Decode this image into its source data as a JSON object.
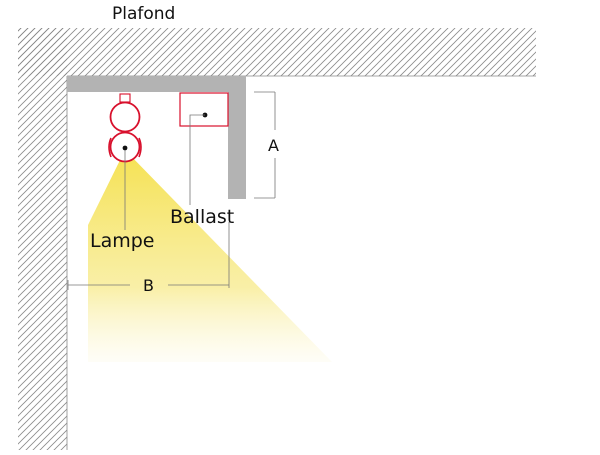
{
  "labels": {
    "ceiling": "Plafond",
    "lamp": "Lampe",
    "ballast": "Ballast",
    "dimension_a": "A",
    "dimension_b": "B"
  },
  "colors": {
    "hatch": "#8a8a8a",
    "trim": "#b3b3b3",
    "lamp": "#d8102c",
    "light": "#f5e150",
    "dimension": "#777777",
    "text": "#111111"
  }
}
